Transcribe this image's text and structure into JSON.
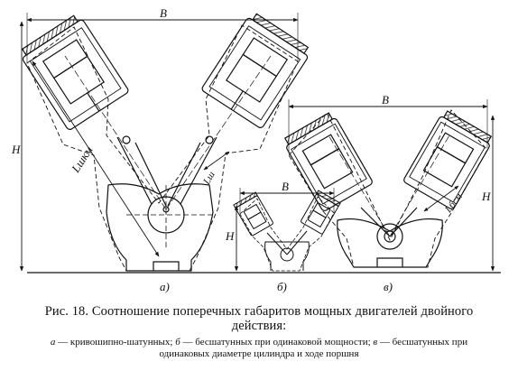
{
  "figure": {
    "labels": {
      "width": "B",
      "height": "H",
      "stroke_long": "Lшкм",
      "stroke_short": "Lш",
      "stroke_c": "Lбсм"
    },
    "panel_labels": [
      "а)",
      "б)",
      "в)"
    ]
  },
  "caption": {
    "title": "Рис. 18. Соотношение поперечных габаритов мощных двигателей двойного действия:",
    "legend_a_key": "а",
    "legend_a": " — кривошипно-шатунных; ",
    "legend_b_key": "б",
    "legend_b": " — бесшатунных при одинаковой мощности; ",
    "legend_c_key": "в",
    "legend_c": " — бесшатунных при одинаковых диаметре цилиндра и ходе поршня"
  }
}
